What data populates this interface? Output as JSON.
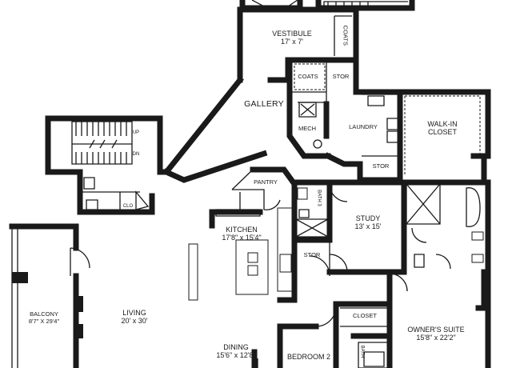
{
  "rooms": {
    "vestibule": {
      "name": "VESTIBULE",
      "dims": "17' x 7'"
    },
    "coats_closet_top": {
      "name": "COATS"
    },
    "coats": {
      "name": "COATS"
    },
    "stor_top": {
      "name": "STOR"
    },
    "gallery": {
      "name": "GALLERY"
    },
    "mech": {
      "name": "MECH"
    },
    "laundry": {
      "name": "LAUNDRY"
    },
    "walk_in_closet": {
      "name": "WALK-IN",
      "name2": "CLOSET"
    },
    "stor_mid": {
      "name": "STOR"
    },
    "pantry": {
      "name": "PANTRY"
    },
    "bath3": {
      "name": "BATH 3"
    },
    "kitchen": {
      "name": "KITCHEN",
      "dims": "17'8\" x 15'4\""
    },
    "study": {
      "name": "STUDY",
      "dims": "13' x 15'"
    },
    "stor_kitchen": {
      "name": "STOR"
    },
    "clo": {
      "name": "CLO"
    },
    "balcony": {
      "name": "BALCONY",
      "dims": "8'7\" X 29'4\""
    },
    "living": {
      "name": "LIVING",
      "dims": "20' x 30'"
    },
    "dining": {
      "name": "DINING",
      "dims": "15'6\" x 12'8\""
    },
    "bedroom2": {
      "name": "BEDROOM 2"
    },
    "closet_bed2": {
      "name": "CLOSET"
    },
    "bath_bed2": {
      "name": "BATH"
    },
    "owners_suite": {
      "name": "OWNER'S SUITE",
      "dims": "15'8\" x 22'2\""
    }
  },
  "stairs": {
    "up": "UP",
    "dn": "DN"
  }
}
